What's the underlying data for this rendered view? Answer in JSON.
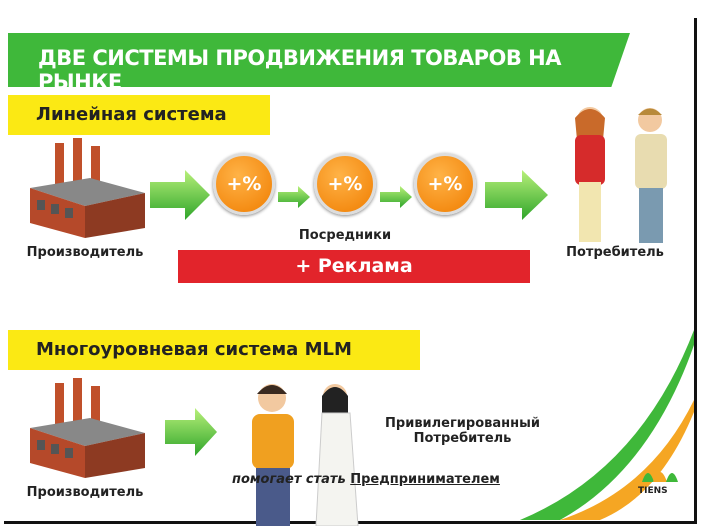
{
  "title": "ДВЕ СИСТЕМЫ ПРОДВИЖЕНИЯ ТОВАРОВ НА РЫНКЕ",
  "linear": {
    "label": "Линейная система",
    "producer": "Производитель",
    "markups": [
      "+%",
      "+%",
      "+%"
    ],
    "intermediaries": "Посредники",
    "advertising": "+ Реклама",
    "consumer": "Потребитель"
  },
  "mlm": {
    "label": "Многоуровневая система  MLM",
    "producer": "Производитель",
    "privileged_line1": "Привилегированный",
    "privileged_line2": "Потребитель",
    "helps_text": "помогает стать",
    "entrepreneur": "Предпринимателем"
  },
  "logo": {
    "text": "TIENS"
  },
  "colors": {
    "green": "#3fb83a",
    "yellow": "#fbe914",
    "red": "#e2242b",
    "orange": "#f07d00"
  }
}
